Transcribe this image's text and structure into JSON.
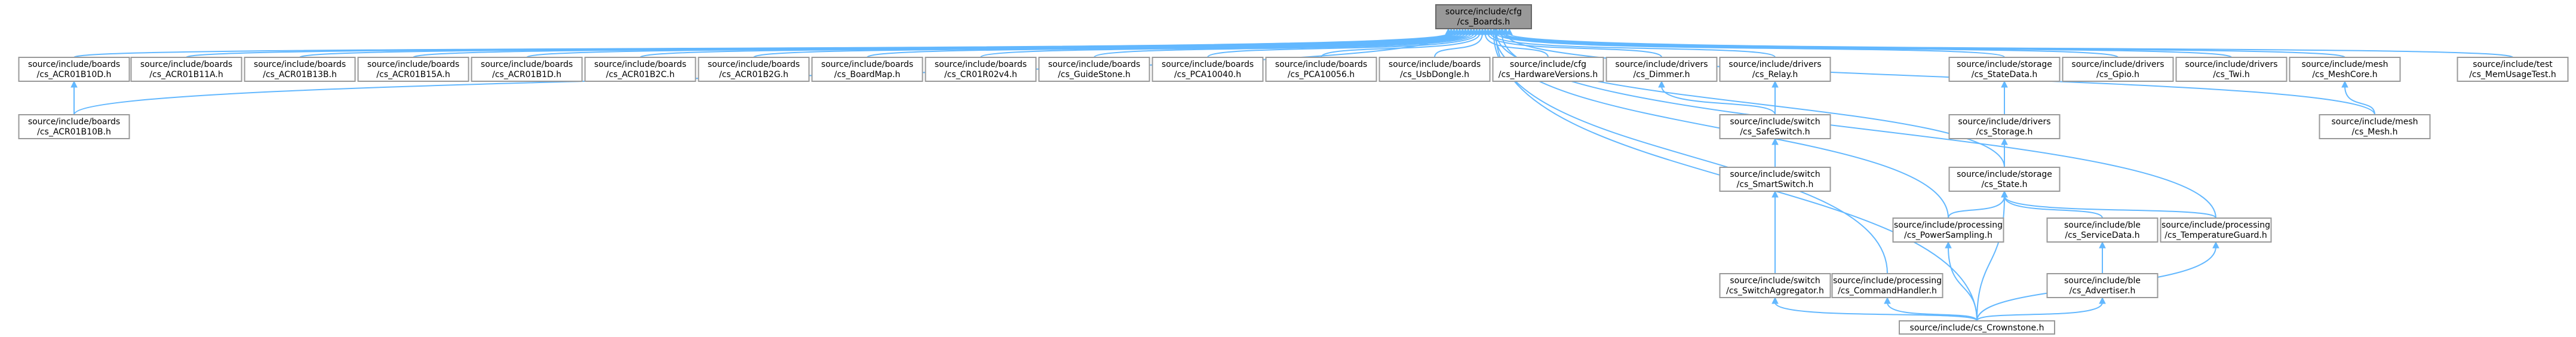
{
  "graph": {
    "edge_color": "#63b8ff",
    "node_border_color": "#999999",
    "root_fill_color": "#999999",
    "nodes": [
      {
        "id": "boards",
        "l1": "source/include/cfg",
        "l2": "/cs_Boards.h",
        "root": true
      },
      {
        "id": "acr10d",
        "l1": "source/include/boards",
        "l2": "/cs_ACR01B10D.h"
      },
      {
        "id": "acr10b",
        "l1": "source/include/boards",
        "l2": "/cs_ACR01B10B.h"
      },
      {
        "id": "acr11a",
        "l1": "source/include/boards",
        "l2": "/cs_ACR01B11A.h"
      },
      {
        "id": "acr13b",
        "l1": "source/include/boards",
        "l2": "/cs_ACR01B13B.h"
      },
      {
        "id": "acr15a",
        "l1": "source/include/boards",
        "l2": "/cs_ACR01B15A.h"
      },
      {
        "id": "acr1d",
        "l1": "source/include/boards",
        "l2": "/cs_ACR01B1D.h"
      },
      {
        "id": "acr2c",
        "l1": "source/include/boards",
        "l2": "/cs_ACR01B2C.h"
      },
      {
        "id": "acr2g",
        "l1": "source/include/boards",
        "l2": "/cs_ACR01B2G.h"
      },
      {
        "id": "boardmap",
        "l1": "source/include/boards",
        "l2": "/cs_BoardMap.h"
      },
      {
        "id": "cr01r02",
        "l1": "source/include/boards",
        "l2": "/cs_CR01R02v4.h"
      },
      {
        "id": "guidestone",
        "l1": "source/include/boards",
        "l2": "/cs_GuideStone.h"
      },
      {
        "id": "pca10040",
        "l1": "source/include/boards",
        "l2": "/cs_PCA10040.h"
      },
      {
        "id": "pca10056",
        "l1": "source/include/boards",
        "l2": "/cs_PCA10056.h"
      },
      {
        "id": "usbdongle",
        "l1": "source/include/boards",
        "l2": "/cs_UsbDongle.h"
      },
      {
        "id": "hwversions",
        "l1": "source/include/cfg",
        "l2": "/cs_HardwareVersions.h"
      },
      {
        "id": "dimmer",
        "l1": "source/include/drivers",
        "l2": "/cs_Dimmer.h"
      },
      {
        "id": "relay",
        "l1": "source/include/drivers",
        "l2": "/cs_Relay.h"
      },
      {
        "id": "safeswitch",
        "l1": "source/include/switch",
        "l2": "/cs_SafeSwitch.h"
      },
      {
        "id": "smartswitch",
        "l1": "source/include/switch",
        "l2": "/cs_SmartSwitch.h"
      },
      {
        "id": "switchaggregator",
        "l1": "source/include/switch",
        "l2": "/cs_SwitchAggregator.h"
      },
      {
        "id": "commandhandler",
        "l1": "source/include/processing",
        "l2": "/cs_CommandHandler.h"
      },
      {
        "id": "statedata",
        "l1": "source/include/storage",
        "l2": "/cs_StateData.h"
      },
      {
        "id": "storage",
        "l1": "source/include/drivers",
        "l2": "/cs_Storage.h"
      },
      {
        "id": "state",
        "l1": "source/include/storage",
        "l2": "/cs_State.h"
      },
      {
        "id": "powersampling",
        "l1": "source/include/processing",
        "l2": "/cs_PowerSampling.h"
      },
      {
        "id": "servicedata",
        "l1": "source/include/ble",
        "l2": "/cs_ServiceData.h"
      },
      {
        "id": "advertiser",
        "l1": "source/include/ble",
        "l2": "/cs_Advertiser.h"
      },
      {
        "id": "tempguard",
        "l1": "source/include/processing",
        "l2": "/cs_TemperatureGuard.h"
      },
      {
        "id": "crownstone",
        "l1": "source/include/cs_Crownstone.h",
        "l2": ""
      },
      {
        "id": "gpio",
        "l1": "source/include/drivers",
        "l2": "/cs_Gpio.h"
      },
      {
        "id": "twi",
        "l1": "source/include/drivers",
        "l2": "/cs_Twi.h"
      },
      {
        "id": "meshcore",
        "l1": "source/include/mesh",
        "l2": "/cs_MeshCore.h"
      },
      {
        "id": "mesh",
        "l1": "source/include/mesh",
        "l2": "/cs_Mesh.h"
      },
      {
        "id": "memusage",
        "l1": "source/include/test",
        "l2": "/cs_MemUsageTest.h"
      }
    ],
    "edges": [
      [
        "acr10d",
        "boards"
      ],
      [
        "acr10b",
        "boards"
      ],
      [
        "acr10b",
        "acr10d"
      ],
      [
        "acr11a",
        "boards"
      ],
      [
        "acr13b",
        "boards"
      ],
      [
        "acr15a",
        "boards"
      ],
      [
        "acr1d",
        "boards"
      ],
      [
        "acr2c",
        "boards"
      ],
      [
        "acr2g",
        "boards"
      ],
      [
        "boardmap",
        "boards"
      ],
      [
        "cr01r02",
        "boards"
      ],
      [
        "guidestone",
        "boards"
      ],
      [
        "pca10040",
        "boards"
      ],
      [
        "pca10056",
        "boards"
      ],
      [
        "usbdongle",
        "boards"
      ],
      [
        "hwversions",
        "boards"
      ],
      [
        "dimmer",
        "boards"
      ],
      [
        "relay",
        "boards"
      ],
      [
        "statedata",
        "boards"
      ],
      [
        "gpio",
        "boards"
      ],
      [
        "twi",
        "boards"
      ],
      [
        "meshcore",
        "boards"
      ],
      [
        "mesh",
        "boards"
      ],
      [
        "memusage",
        "boards"
      ],
      [
        "state",
        "boards"
      ],
      [
        "powersampling",
        "boards"
      ],
      [
        "tempguard",
        "boards"
      ],
      [
        "commandhandler",
        "boards"
      ],
      [
        "crownstone",
        "boards"
      ],
      [
        "safeswitch",
        "dimmer"
      ],
      [
        "safeswitch",
        "relay"
      ],
      [
        "smartswitch",
        "safeswitch"
      ],
      [
        "switchaggregator",
        "smartswitch"
      ],
      [
        "storage",
        "statedata"
      ],
      [
        "state",
        "storage"
      ],
      [
        "powersampling",
        "state"
      ],
      [
        "servicedata",
        "state"
      ],
      [
        "tempguard",
        "state"
      ],
      [
        "crownstone",
        "state"
      ],
      [
        "advertiser",
        "servicedata"
      ],
      [
        "crownstone",
        "switchaggregator"
      ],
      [
        "crownstone",
        "commandhandler"
      ],
      [
        "crownstone",
        "powersampling"
      ],
      [
        "crownstone",
        "advertiser"
      ],
      [
        "crownstone",
        "tempguard"
      ],
      [
        "mesh",
        "meshcore"
      ]
    ]
  }
}
